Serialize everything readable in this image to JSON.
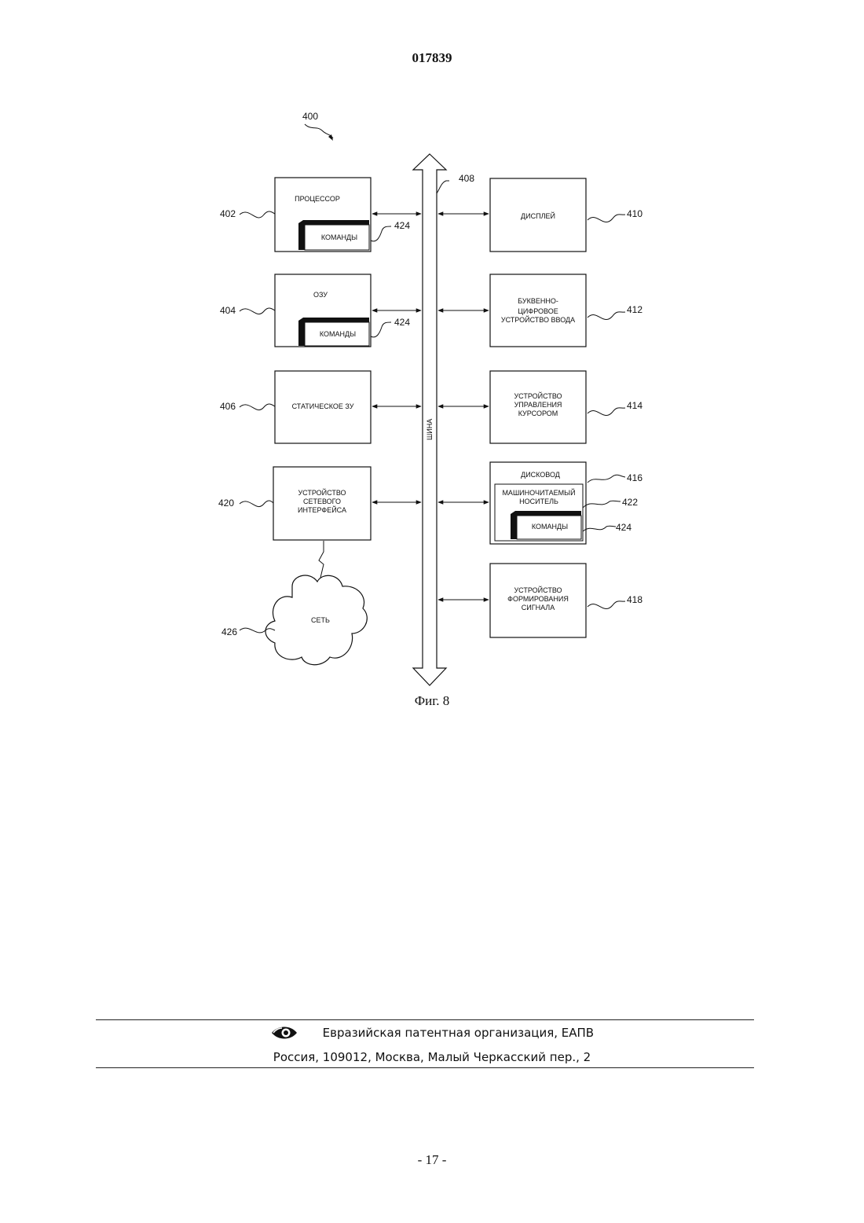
{
  "header": {
    "document_number": "017839"
  },
  "figure": {
    "ref_system": "400",
    "ref_bus": "408",
    "bus_label": "ШИНА",
    "blocks": {
      "processor": {
        "label": "ПРОЦЕССОР",
        "ref": "402",
        "instructions_label": "КОМАНДЫ",
        "instructions_ref": "424"
      },
      "ram": {
        "label": "ОЗУ",
        "ref": "404",
        "instructions_label": "КОМАНДЫ",
        "instructions_ref": "424"
      },
      "static_memory": {
        "label": "СТАТИЧЕСКОЕ ЗУ",
        "ref": "406"
      },
      "network_interface": {
        "label_lines": [
          "УСТРОЙСТВО",
          "СЕТЕВОГО",
          "ИНТЕРФЕЙСА"
        ],
        "ref": "420"
      },
      "network": {
        "label": "СЕТЬ",
        "ref": "426"
      },
      "display": {
        "label": "ДИСПЛЕЙ",
        "ref": "410"
      },
      "alphanumeric_input": {
        "label_lines": [
          "БУКВЕННО-",
          "ЦИФРОВОЕ",
          "УСТРОЙСТВО ВВОДА"
        ],
        "ref": "412"
      },
      "cursor_control": {
        "label_lines": [
          "УСТРОЙСТВО",
          "УПРАВЛЕНИЯ",
          "КУРСОРОМ"
        ],
        "ref": "414"
      },
      "disk_drive": {
        "label": "ДИСКОВОД",
        "ref": "416",
        "medium_label_lines": [
          "МАШИНОЧИТАЕМЫЙ",
          "НОСИТЕЛЬ"
        ],
        "medium_ref": "422",
        "instructions_label": "КОМАНДЫ",
        "instructions_ref": "424"
      },
      "signal_generation": {
        "label_lines": [
          "УСТРОЙСТВО",
          "ФОРМИРОВАНИЯ",
          "СИГНАЛА"
        ],
        "ref": "418"
      }
    },
    "caption": "Фиг. 8"
  },
  "footer": {
    "organization": "Евразийская патентная организация, ЕАПВ",
    "address": "Россия, 109012, Москва, Малый Черкасский пер., 2",
    "page_label": "- 17 -"
  }
}
